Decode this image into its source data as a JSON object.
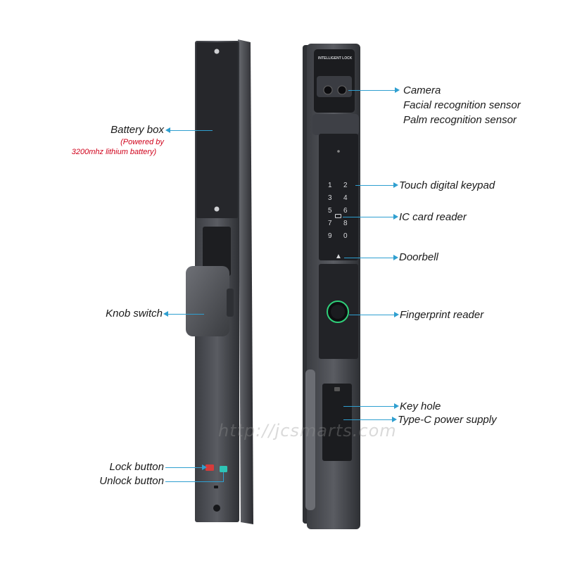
{
  "labels": {
    "battery_box": "Battery box",
    "battery_note_1": "(Powered by",
    "battery_note_2": "3200mhz lithium battery)",
    "knob_switch": "Knob switch",
    "lock_button": "Lock button",
    "unlock_button": "Unlock button",
    "camera": "Camera",
    "facial": "Facial recognition sensor",
    "palm": "Palm recognition sensor",
    "keypad": "Touch digital keypad",
    "ic_card": "IC card reader",
    "doorbell": "Doorbell",
    "fingerprint": "Fingerprint reader",
    "key_hole": "Key hole",
    "typec": "Type-C power supply"
  },
  "device": {
    "badge": "INTELLIGENT LOCK",
    "keys": [
      "1",
      "2",
      "3",
      "4",
      "5",
      "6",
      "7",
      "8",
      "9",
      "0"
    ]
  },
  "watermark": "http://jcsmarts.com",
  "colors": {
    "leader": "#2f9fd0",
    "body": "#4a4c52",
    "panel": "#1e1f23",
    "note": "#d0021b",
    "fingerprint_ring": "#2fd07a",
    "lock_btn": "#d63b3b",
    "unlock_btn": "#2ec4b6"
  }
}
